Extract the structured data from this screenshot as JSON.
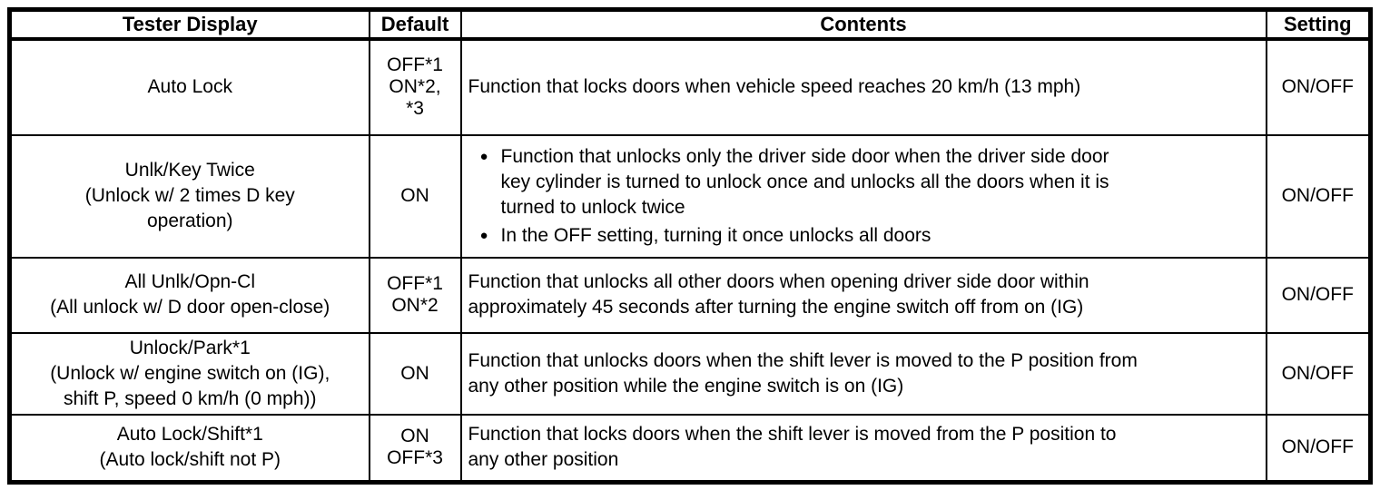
{
  "colors": {
    "background": "#ffffff",
    "border": "#000000",
    "text": "#000000"
  },
  "icons": {
    "bullet": "●"
  },
  "table": {
    "headers": [
      "Tester Display",
      "Default",
      "Contents",
      "Setting"
    ],
    "rows": [
      {
        "tester": "Auto Lock",
        "tester_sub_lines": [],
        "default_lines": [
          "OFF*1",
          "ON*2,",
          "*3"
        ],
        "contents_lines": [
          "Function that locks doors when vehicle speed reaches 20 km/h (13 mph)"
        ],
        "bullets": [],
        "setting": "ON/OFF"
      },
      {
        "tester": "Unlk/Key Twice",
        "tester_sub_lines": [
          "(Unlock w/ 2 times D key",
          "operation)"
        ],
        "default_lines": [
          "ON"
        ],
        "contents_lines": [],
        "bullets": [
          [
            "Function that unlocks only the driver side door when the driver side door",
            "key cylinder is turned to unlock once and unlocks all the doors when it is",
            "turned to unlock twice"
          ],
          [
            "In the OFF setting, turning it once unlocks all doors"
          ]
        ],
        "setting": "ON/OFF"
      },
      {
        "tester": "All Unlk/Opn-Cl",
        "tester_sub_lines": [
          "(All unlock w/ D door open-close)"
        ],
        "default_lines": [
          "OFF*1",
          "ON*2"
        ],
        "contents_lines": [
          "Function that unlocks all other doors when opening driver side door within",
          "approximately 45 seconds after turning the engine switch off from on (IG)"
        ],
        "bullets": [],
        "setting": "ON/OFF"
      },
      {
        "tester": "Unlock/Park*1",
        "tester_sub_lines": [
          "(Unlock w/ engine switch on (IG),",
          "shift P, speed 0 km/h (0 mph))"
        ],
        "default_lines": [
          "ON"
        ],
        "contents_lines": [
          "Function that unlocks doors when the shift lever is moved to the P position from",
          "any other position while the engine switch is on (IG)"
        ],
        "bullets": [],
        "setting": "ON/OFF"
      },
      {
        "tester": "Auto Lock/Shift*1",
        "tester_sub_lines": [
          "(Auto lock/shift not P)"
        ],
        "default_lines": [
          "ON",
          "OFF*3"
        ],
        "contents_lines": [
          "Function that locks doors when the shift lever is moved from the P position to",
          "any other position"
        ],
        "bullets": [],
        "setting": "ON/OFF"
      }
    ]
  }
}
